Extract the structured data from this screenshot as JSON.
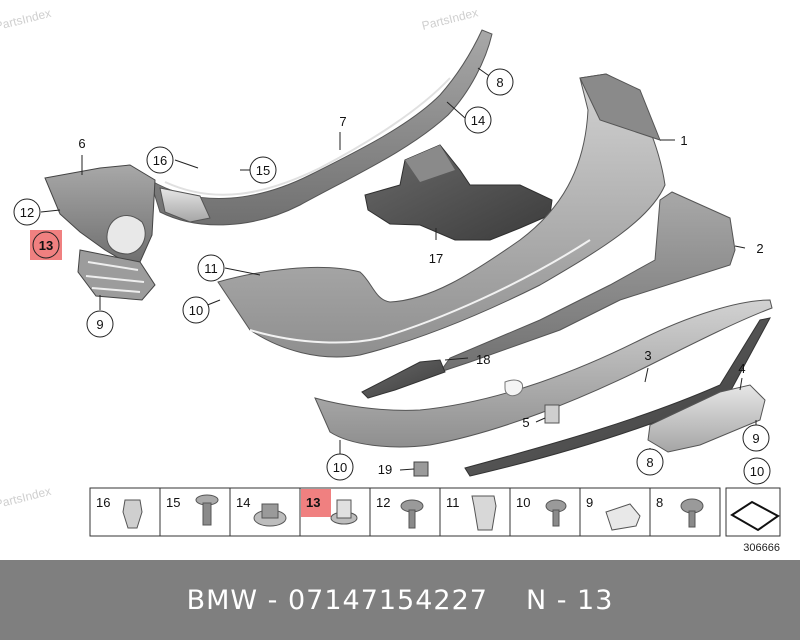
{
  "watermarks": [
    "PartsIndex",
    "PartsIndex"
  ],
  "callouts": {
    "c1": "1",
    "c2": "2",
    "c3": "3",
    "c4": "4",
    "c5": "5",
    "c6": "6",
    "c7": "7",
    "c8a": "8",
    "c8b": "8",
    "c9a": "9",
    "c9b": "9",
    "c10a": "10",
    "c10b": "10",
    "c10c": "10",
    "c11": "11",
    "c12": "12",
    "c13": "13",
    "c14": "14",
    "c15": "15",
    "c16": "16",
    "c17": "17",
    "c18": "18",
    "c19": "19"
  },
  "highlight_color": "#f08080",
  "parts_strip": {
    "items": [
      {
        "number": "16",
        "highlighted": false
      },
      {
        "number": "15",
        "highlighted": false
      },
      {
        "number": "14",
        "highlighted": false
      },
      {
        "number": "13",
        "highlighted": true
      },
      {
        "number": "12",
        "highlighted": false
      },
      {
        "number": "11",
        "highlighted": false
      },
      {
        "number": "10",
        "highlighted": false
      },
      {
        "number": "9",
        "highlighted": false
      },
      {
        "number": "8",
        "highlighted": false
      }
    ],
    "diagram_id": "306666"
  },
  "footer": {
    "brand_part": "BMW - 07147154227",
    "position": "N - 13"
  }
}
